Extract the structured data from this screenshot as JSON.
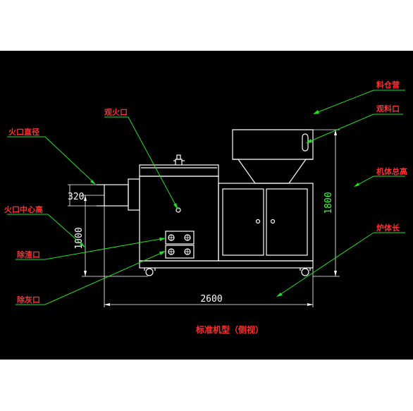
{
  "colors": {
    "background": "#000000",
    "label": "#ff3030",
    "leader": "#22e022",
    "outline": "#ffffff"
  },
  "labels": {
    "fire_port": "观火口",
    "fire_diameter": "火口直径",
    "fire_center_height": "火口中心高",
    "slag_port": "除渣口",
    "ash_port": "除灰口",
    "hopper": "料仓营",
    "observation_port": "观料口",
    "total_height": "机体总高",
    "body_length": "炉体长"
  },
  "dimensions": {
    "overall_length": "2600",
    "overall_height": "1800",
    "fire_center_height": "1000",
    "fire_diameter": "320"
  },
  "caption": "标准机型（侧视）"
}
